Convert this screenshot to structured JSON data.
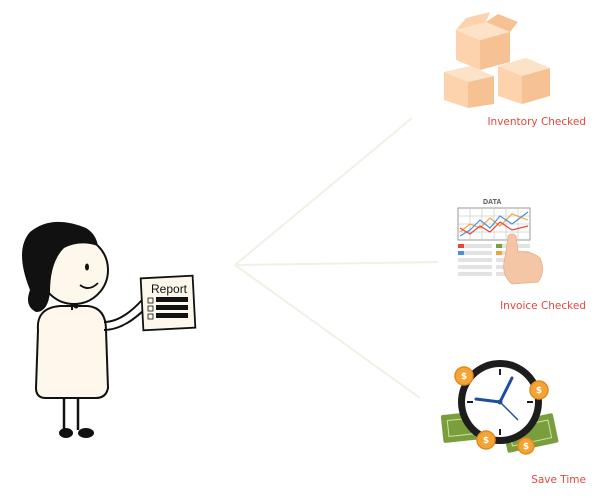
{
  "person": {
    "report_title": "Report"
  },
  "outcomes": {
    "inventory": {
      "label": "Inventory Checked"
    },
    "invoice": {
      "label": "Invoice Checked",
      "chart_title": "DATA"
    },
    "time": {
      "label": "Save Time"
    }
  },
  "colors": {
    "caption": "#e2473a",
    "box": "#fdd3ad",
    "box_shade": "#f6c293",
    "money": "#7a9e3c",
    "coin": "#f4a436",
    "clock_rim": "#1d1d1d",
    "clock_hand": "#1f4e9c",
    "skin": "#fdf7ec",
    "hair": "#111111",
    "arrow": "#f2efe4"
  }
}
